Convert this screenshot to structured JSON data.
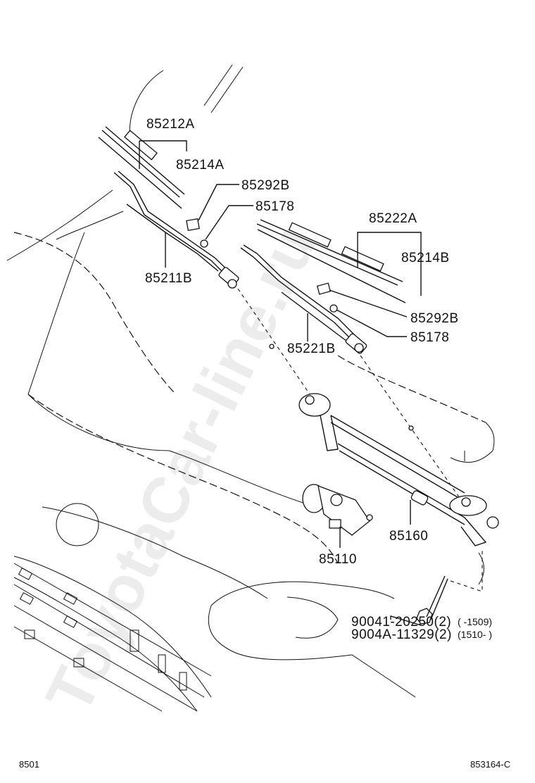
{
  "watermark": "ToyotaCar-line.ru",
  "labels": {
    "blade_asm_lh": "85212A",
    "blade_rubber_lh": "85214A",
    "cap_lh": "85292B",
    "nut_lh": "85178",
    "arm_lh": "85211B",
    "blade_asm_rh": "85222A",
    "blade_rubber_rh": "85214B",
    "cap_rh": "85292B",
    "nut_rh": "85178",
    "arm_rh": "85221B",
    "link_asm": "85160",
    "motor": "85110",
    "bolt_1_part": "90041-20250(2)",
    "bolt_1_range": "(      -1509)",
    "bolt_2_part": "9004A-11329(2)",
    "bolt_2_range": "(1510-      )"
  },
  "footer": {
    "left": "8501",
    "right": "853164-C"
  }
}
